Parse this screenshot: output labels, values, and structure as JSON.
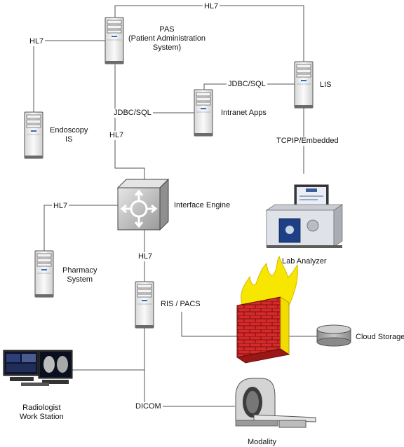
{
  "nodes": {
    "pas": "PAS\n(Patient Administration\nSystem)",
    "lis": "LIS",
    "intranet": "Intranet Apps",
    "endoscopy": "Endoscopy\nIS",
    "interface_engine": "Interface Engine",
    "pharmacy": "Pharmacy\nSystem",
    "ris_pacs": "RIS / PACS",
    "lab_analyzer": "Lab Analyzer",
    "cloud_storage": "Cloud Storage",
    "radiologist": "Radiologist\nWork Station",
    "modality": "Modality"
  },
  "links": {
    "pas_lis": "HL7",
    "pas_endoscopy": "HL7",
    "intranet_lis": "JDBC/SQL",
    "pas_intranet": "JDBC/SQL",
    "pas_engine": "HL7",
    "lis_lab": "TCPIP/Embedded",
    "engine_pharmacy": "HL7",
    "engine_ris": "HL7",
    "ris_modality": "DICOM"
  }
}
